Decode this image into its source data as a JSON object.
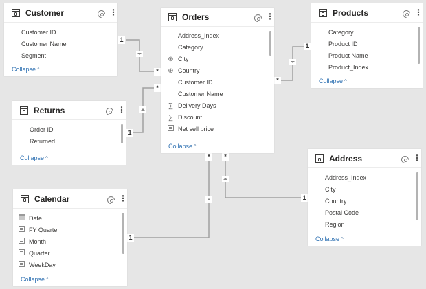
{
  "tables": {
    "customer": {
      "title": "Customer",
      "fields": [
        "Customer ID",
        "Customer Name",
        "Segment"
      ],
      "collapse_label": "Collapse"
    },
    "orders": {
      "title": "Orders",
      "fields": [
        {
          "name": "Address_Index",
          "icon": ""
        },
        {
          "name": "Category",
          "icon": ""
        },
        {
          "name": "City",
          "icon": "globe-icon"
        },
        {
          "name": "Country",
          "icon": "globe-icon"
        },
        {
          "name": "Customer ID",
          "icon": ""
        },
        {
          "name": "Customer Name",
          "icon": ""
        },
        {
          "name": "Delivery Days",
          "icon": "sigma-icon"
        },
        {
          "name": "Discount",
          "icon": "sigma-icon"
        },
        {
          "name": "Net sell price",
          "icon": "calculated-column-icon"
        }
      ],
      "collapse_label": "Collapse"
    },
    "products": {
      "title": "Products",
      "fields": [
        "Category",
        "Product ID",
        "Product Name",
        "Product_Index"
      ],
      "collapse_label": "Collapse"
    },
    "returns": {
      "title": "Returns",
      "fields": [
        "Order ID",
        "Returned"
      ],
      "collapse_label": "Collapse"
    },
    "calendar": {
      "title": "Calendar",
      "fields": [
        {
          "name": "Date",
          "icon": "calendar-icon"
        },
        {
          "name": "FY Quarter",
          "icon": "calculated-column-icon"
        },
        {
          "name": "Month",
          "icon": "calculated-column-icon"
        },
        {
          "name": "Quarter",
          "icon": "calculated-column-icon"
        },
        {
          "name": "WeekDay",
          "icon": "calculated-column-icon"
        }
      ],
      "collapse_label": "Collapse"
    },
    "address": {
      "title": "Address",
      "fields": [
        "Address_Index",
        "City",
        "Country",
        "Postal Code",
        "Region"
      ],
      "collapse_label": "Collapse"
    }
  },
  "relationships": [
    {
      "from": "Customer",
      "to": "Orders",
      "one_label": "1",
      "many_label": "*",
      "direction": "down"
    },
    {
      "from": "Returns",
      "to": "Orders",
      "one_label": "1",
      "many_label": "*",
      "direction": "up"
    },
    {
      "from": "Products",
      "to": "Orders",
      "one_label": "1",
      "many_label": "*",
      "direction": "down"
    },
    {
      "from": "Calendar",
      "to": "Orders",
      "one_label": "1",
      "many_label": "*",
      "direction": "up"
    },
    {
      "from": "Address",
      "to": "Orders",
      "one_label": "1",
      "many_label": "*",
      "direction": "up"
    }
  ],
  "icons": {
    "more": "⋮",
    "globe": "⊕",
    "sigma": "∑",
    "chevron_up": "^"
  },
  "colors": {
    "canvas": "#e6e6e6",
    "card": "#ffffff",
    "collapse_link": "#3072b3",
    "line": "#a0a0a0"
  }
}
